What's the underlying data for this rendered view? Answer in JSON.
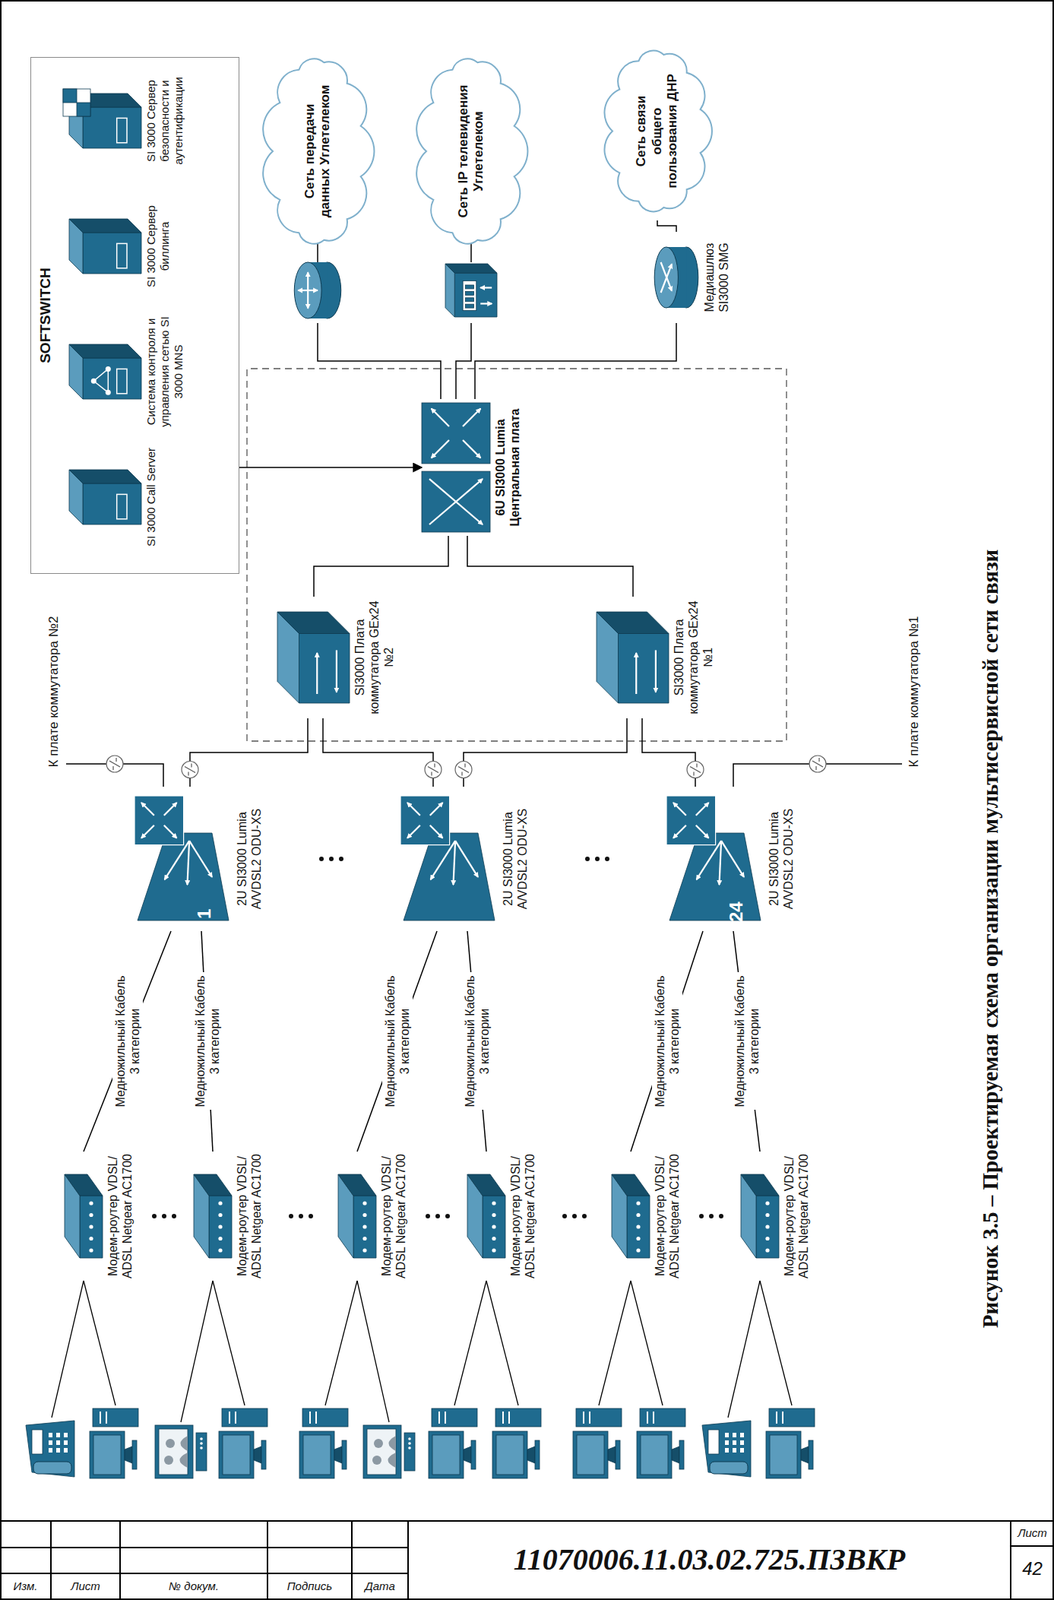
{
  "diagram": {
    "caption": "Рисунок 3.5 – Проектируемая схема организации мультисервисной сети связи",
    "nodes": [
      {
        "text": [
          "SOFTSWITCH"
        ]
      },
      {
        "text": [
          "SI 3000 Call Server"
        ],
        "in": 0
      },
      {
        "text": [
          "Система контроля и управления сетью SI 3000 MNS"
        ],
        "in": 0
      },
      {
        "text": [
          "SI 3000 Сервер биллинга"
        ],
        "in": 0
      },
      {
        "text": [
          "SI 3000 Сервер безопасности и аутентификации"
        ],
        "in": 0
      },
      {
        "text": [
          "Сеть передачи данных Углетелеком"
        ]
      },
      {
        "text": [
          "Сеть IP телевидения Углетелеком"
        ]
      },
      {
        "text": [
          "Сеть связи общего пользования ДНР"
        ]
      },
      {
        "text": [
          "Медиашлюз SI3000 SMG"
        ]
      },
      {
        "text": [
          "6U SI3000 Lumia Центральная плата"
        ]
      },
      {
        "text": [
          "SI3000 Плата коммутатора GEx24 №2"
        ]
      },
      {
        "text": [
          "SI3000 Плата коммутатора GEx24 №1"
        ]
      },
      {
        "text": [
          "1",
          "2U SI3000 Lumia A/VDSL2 ODU-XS"
        ]
      },
      {
        "text": [
          "2U SI3000 Lumia A/VDSL2 ODU-XS"
        ]
      },
      {
        "text": [
          "24",
          "2U SI3000 Lumia A/VDSL2 ODU-XS"
        ]
      },
      {
        "text": [
          "Модем-роутер VDSL/ ADSL Netgear AC1700"
        ]
      },
      {
        "text": [
          "Модем-роутер VDSL/ ADSL Netgear AC1700"
        ]
      },
      {
        "text": [
          "Модем-роутер VDSL/ ADSL Netgear AC1700"
        ]
      },
      {
        "text": [
          "Модем-роутер VDSL/ ADSL Netgear AC1700"
        ]
      },
      {
        "text": [
          "Модем-роутер VDSL/ ADSL Netgear AC1700"
        ]
      },
      {
        "text": [
          "Модем-роутер VDSL/ ADSL Netgear AC1700"
        ]
      }
    ],
    "edges": [
      {
        "from": 0,
        "to": 9,
        "arrow": "to"
      },
      {
        "from": 9,
        "to": 5,
        "arrow": "none"
      },
      {
        "from": 9,
        "to": 6,
        "arrow": "none"
      },
      {
        "from": 9,
        "to": 8,
        "arrow": "none"
      },
      {
        "from": 8,
        "to": 7,
        "arrow": "none"
      },
      {
        "from": 9,
        "to": 10,
        "arrow": "none"
      },
      {
        "from": 9,
        "to": 11,
        "arrow": "none"
      },
      {
        "from": 12,
        "to": 10,
        "arrow": "none"
      },
      {
        "from": 13,
        "to": 10,
        "arrow": "none"
      },
      {
        "from": 13,
        "to": 11,
        "arrow": "none"
      },
      {
        "from": 14,
        "to": 11,
        "arrow": "none"
      },
      {
        "from": 15,
        "to": 12,
        "label": "Медножильный Кабель 3 категории",
        "arrow": "none"
      },
      {
        "from": 16,
        "to": 12,
        "label": "Медножильный Кабель 3 категории",
        "arrow": "none"
      },
      {
        "from": 17,
        "to": 13,
        "label": "Медножильный Кабель 3 категории",
        "arrow": "none"
      },
      {
        "from": 18,
        "to": 13,
        "label": "Медножильный Кабель 3 категории",
        "arrow": "none"
      },
      {
        "from": 19,
        "to": 14,
        "label": "Медножильный Кабель 3 категории",
        "arrow": "none"
      },
      {
        "from": 20,
        "to": 14,
        "label": "Медножильный Кабель 3 категории",
        "arrow": "none"
      }
    ],
    "labels": [
      "К плате коммутатора №2",
      "К плате коммутатора №1",
      "Изм.",
      "Лист",
      "№ докум.",
      "Подпись",
      "Дата",
      "11070006.11.03.02.725.ПЗВКР",
      "Лист",
      "42"
    ]
  }
}
